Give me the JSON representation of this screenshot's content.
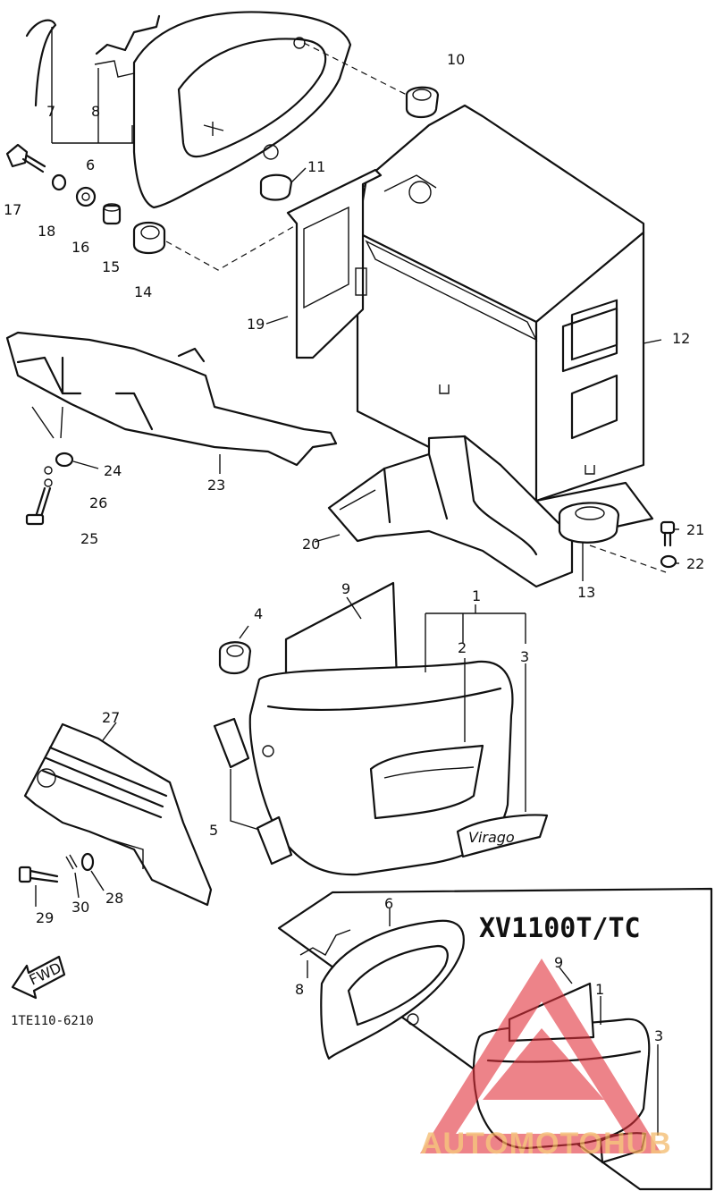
{
  "diagram": {
    "model_label": "XV1100T/TC",
    "drawing_code": "1TE110-6210",
    "fwd_arrow_label": "FWD",
    "parts": [
      {
        "id": "p1",
        "num": "1"
      },
      {
        "id": "p2",
        "num": "2"
      },
      {
        "id": "p3",
        "num": "3"
      },
      {
        "id": "p4",
        "num": "4"
      },
      {
        "id": "p5",
        "num": "5"
      },
      {
        "id": "p6",
        "num": "6"
      },
      {
        "id": "p7",
        "num": "7"
      },
      {
        "id": "p8",
        "num": "8"
      },
      {
        "id": "p9",
        "num": "9"
      },
      {
        "id": "p10",
        "num": "10"
      },
      {
        "id": "p11",
        "num": "11"
      },
      {
        "id": "p12",
        "num": "12"
      },
      {
        "id": "p13",
        "num": "13"
      },
      {
        "id": "p14",
        "num": "14"
      },
      {
        "id": "p15",
        "num": "15"
      },
      {
        "id": "p16",
        "num": "16"
      },
      {
        "id": "p17",
        "num": "17"
      },
      {
        "id": "p18",
        "num": "18"
      },
      {
        "id": "p19",
        "num": "19"
      },
      {
        "id": "p20",
        "num": "20"
      },
      {
        "id": "p21",
        "num": "21"
      },
      {
        "id": "p22",
        "num": "22"
      },
      {
        "id": "p23",
        "num": "23"
      },
      {
        "id": "p24",
        "num": "24"
      },
      {
        "id": "p25",
        "num": "25"
      },
      {
        "id": "p26",
        "num": "26"
      },
      {
        "id": "p27",
        "num": "27"
      },
      {
        "id": "p28",
        "num": "28"
      },
      {
        "id": "p29",
        "num": "29"
      },
      {
        "id": "p30",
        "num": "30"
      }
    ],
    "inset_parts": [
      {
        "id": "i6",
        "num": "6"
      },
      {
        "id": "i8",
        "num": "8"
      },
      {
        "id": "i9",
        "num": "9"
      },
      {
        "id": "i1",
        "num": "1"
      },
      {
        "id": "i3",
        "num": "3"
      }
    ],
    "emblem_text": "Virago",
    "watermark": {
      "text": "AUTOMOTOHUB",
      "color": "#f2b35c",
      "logo_color": "#e0303a"
    }
  }
}
